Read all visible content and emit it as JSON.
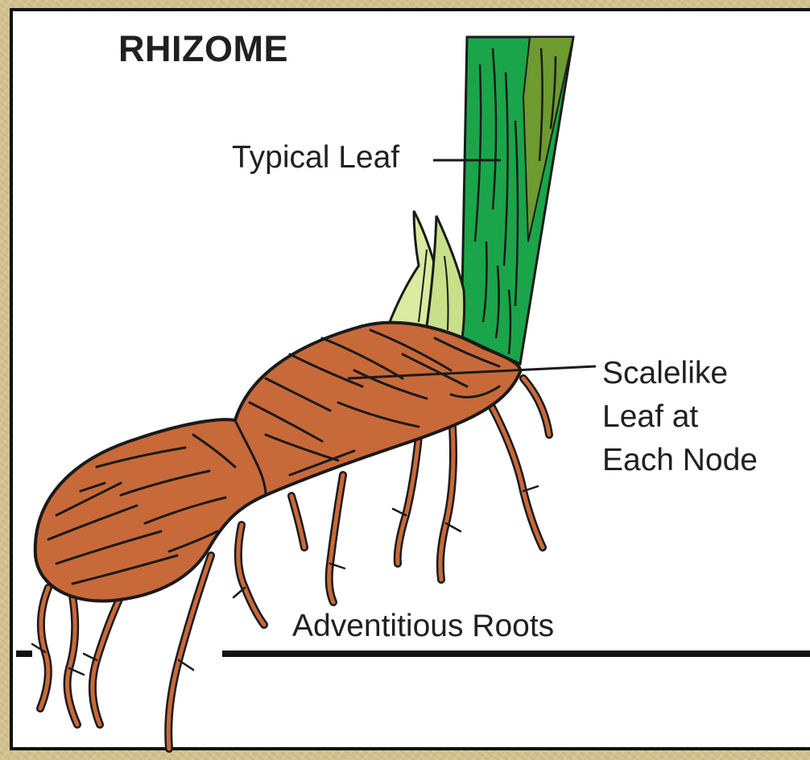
{
  "diagram": {
    "title": "RHIZOME",
    "labels": {
      "typical_leaf": "Typical Leaf",
      "scalelike_line1": "Scalelike",
      "scalelike_line2": "Leaf at",
      "scalelike_line3": "Each Node",
      "adventitious_roots": "Adventitious Roots"
    },
    "colors": {
      "rhizome_body": "#c8693a",
      "leaf_green": "#12a04a",
      "leaf_olive": "#6a9a2c",
      "scale_leaf": "#d8ea9e",
      "outline": "#1a1a1a",
      "background_panel": "#ffffff",
      "parchment": "#d3c08f"
    }
  }
}
